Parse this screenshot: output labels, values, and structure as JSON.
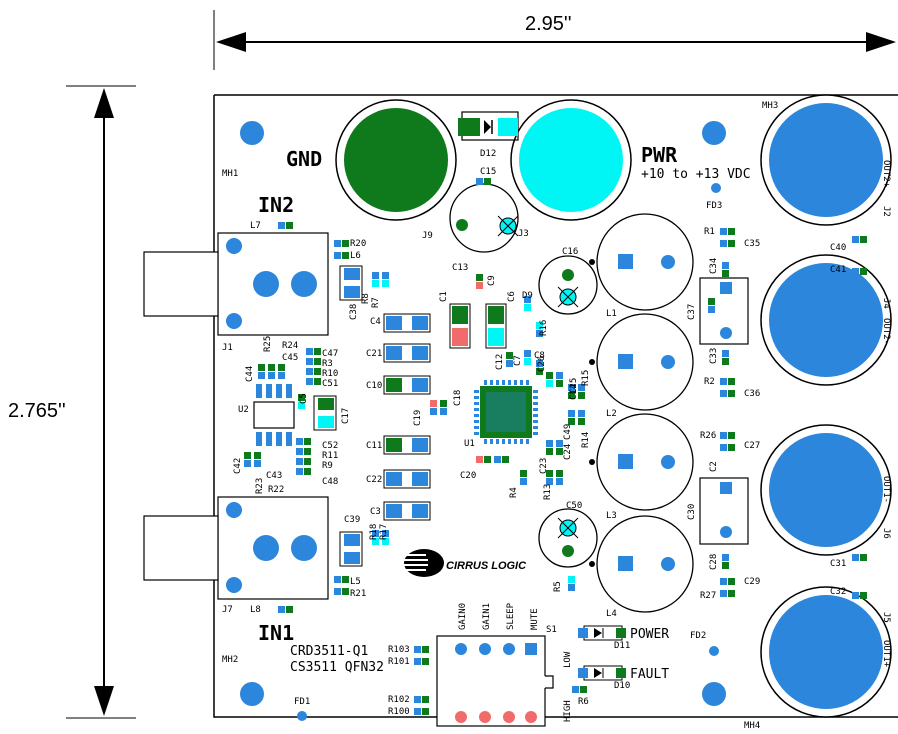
{
  "dimensions": {
    "width": "2.95''",
    "height": "2.765''"
  },
  "connectors": {
    "gnd": "GND",
    "pwr": "PWR",
    "pwr_range": "+10 to +13 VDC",
    "in1": "IN1",
    "in2": "IN2",
    "out1p": "OUT1+",
    "out1m": "OUT1-",
    "out2p": "OUT2+",
    "out2m": "OUT2-"
  },
  "board_text": {
    "title1": "CRD3511-Q1",
    "title2": "CS3511 QFN32",
    "logo": "CIRRUS LOGIC",
    "power": "POWER",
    "fault": "FAULT",
    "switch_labels": [
      "GAIN0",
      "GAIN1",
      "SLEEP",
      "MUTE"
    ],
    "low": "LOW",
    "high": "HIGH",
    "s1": "S1"
  },
  "refdes": {
    "MH1": "MH1",
    "MH2": "MH2",
    "MH3": "MH3",
    "MH4": "MH4",
    "J1": "J1",
    "J2": "J2",
    "J3": "J3",
    "J4": "J4",
    "J5": "J5",
    "J6": "J6",
    "J7": "J7",
    "J9": "J9",
    "L1": "L1",
    "L2": "L2",
    "L3": "L3",
    "L4": "L4",
    "L5": "L5",
    "L6": "L6",
    "L7": "L7",
    "L8": "L8",
    "U1": "U1",
    "U2": "U2",
    "D9": "D9",
    "D10": "D10",
    "D11": "D11",
    "D12": "D12",
    "FD1": "FD1",
    "FD2": "FD2",
    "FD3": "FD3",
    "R1": "R1",
    "R2": "R2",
    "R3": "R3",
    "R4": "R4",
    "R5": "R5",
    "R6": "R6",
    "R7": "R7",
    "R8": "R8",
    "R9": "R9",
    "R10": "R10",
    "R11": "R11",
    "R13": "R13",
    "R14": "R14",
    "R15": "R15",
    "R16": "R16",
    "R17": "R17",
    "R18": "R18",
    "R20": "R20",
    "R21": "R21",
    "R22": "R22",
    "R23": "R23",
    "R24": "R24",
    "R25": "R25",
    "R26": "R26",
    "R27": "R27",
    "R100": "R100",
    "R101": "R101",
    "R102": "R102",
    "R103": "R103",
    "C1": "C1",
    "C2": "C2",
    "C3": "C3",
    "C4": "C4",
    "C5": "C5",
    "C6": "C6",
    "C7": "C7",
    "C8": "C8",
    "C9": "C9",
    "C10": "C10",
    "C11": "C11",
    "C12": "C12",
    "C13": "C13",
    "C14": "C14",
    "C15": "C15",
    "C16": "C16",
    "C17": "C17",
    "C18": "C18",
    "C19": "C19",
    "C20": "C20",
    "C21": "C21",
    "C22": "C22",
    "C23": "C23",
    "C24": "C24",
    "C25": "C25",
    "C26": "C26",
    "C27": "C27",
    "C28": "C28",
    "C29": "C29",
    "C30": "C30",
    "C31": "C31",
    "C32": "C32",
    "C33": "C33",
    "C34": "C34",
    "C35": "C35",
    "C36": "C36",
    "C37": "C37",
    "C38": "C38",
    "C39": "C39",
    "C40": "C40",
    "C41": "C41",
    "C42": "C42",
    "C43": "C43",
    "C44": "C44",
    "C45": "C45",
    "C47": "C47",
    "C48": "C48",
    "C49": "C49",
    "C50": "C50",
    "C51": "C51",
    "C52": "C52"
  },
  "colors": {
    "blue": "#2b86dc",
    "green": "#0f7a1c",
    "cyan": "#00f5f5",
    "pink": "#f26b6b",
    "lightblue": "#6fb3ee",
    "outline": "#000000"
  }
}
